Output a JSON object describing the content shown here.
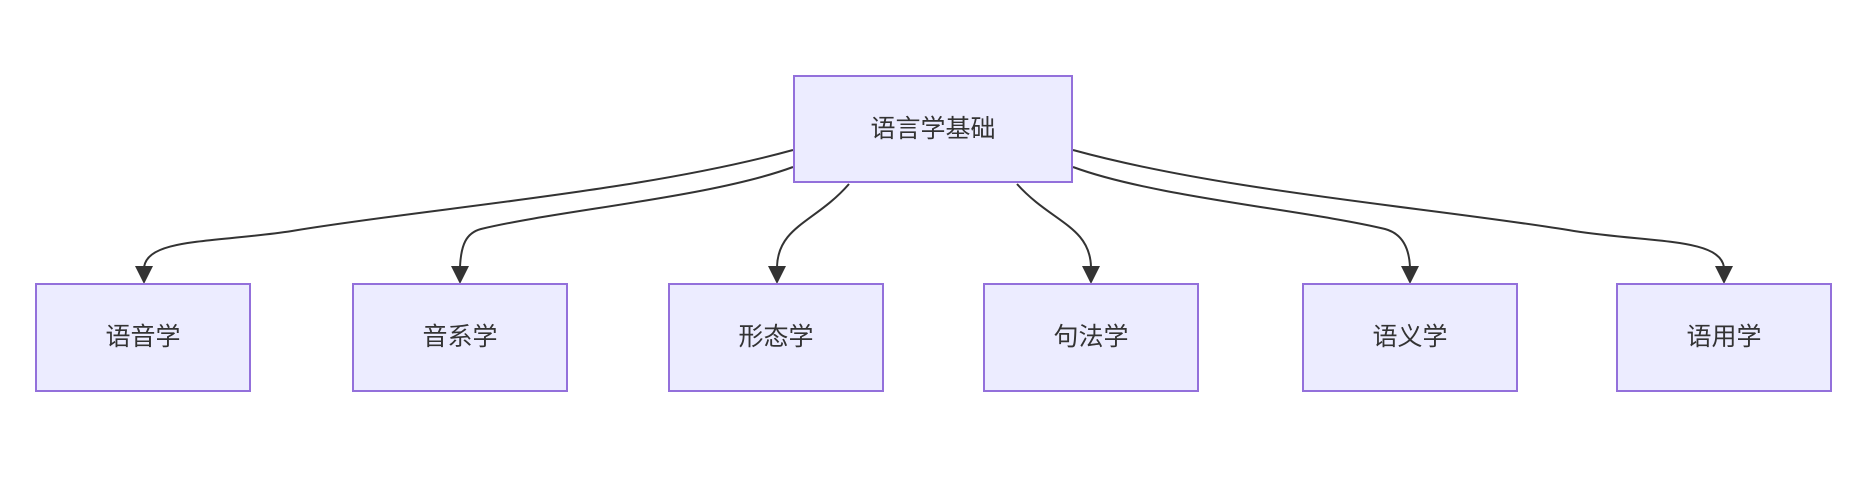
{
  "diagram": {
    "type": "flowchart",
    "orientation": "top-down",
    "colors": {
      "background": "#FFFFFF",
      "node_fill": "#ECECFF",
      "node_border": "#9370DB",
      "edge_line": "#333333",
      "arrowhead": "#333333",
      "text": "#333333"
    },
    "root": {
      "label": "语言学基础"
    },
    "children": [
      {
        "label": "语音学"
      },
      {
        "label": "音系学"
      },
      {
        "label": "形态学"
      },
      {
        "label": "句法学"
      },
      {
        "label": "语义学"
      },
      {
        "label": "语用学"
      }
    ],
    "edges": [
      {
        "from": "语言学基础",
        "to": "语音学"
      },
      {
        "from": "语言学基础",
        "to": "音系学"
      },
      {
        "from": "语言学基础",
        "to": "形态学"
      },
      {
        "from": "语言学基础",
        "to": "句法学"
      },
      {
        "from": "语言学基础",
        "to": "语义学"
      },
      {
        "from": "语言学基础",
        "to": "语用学"
      }
    ]
  }
}
